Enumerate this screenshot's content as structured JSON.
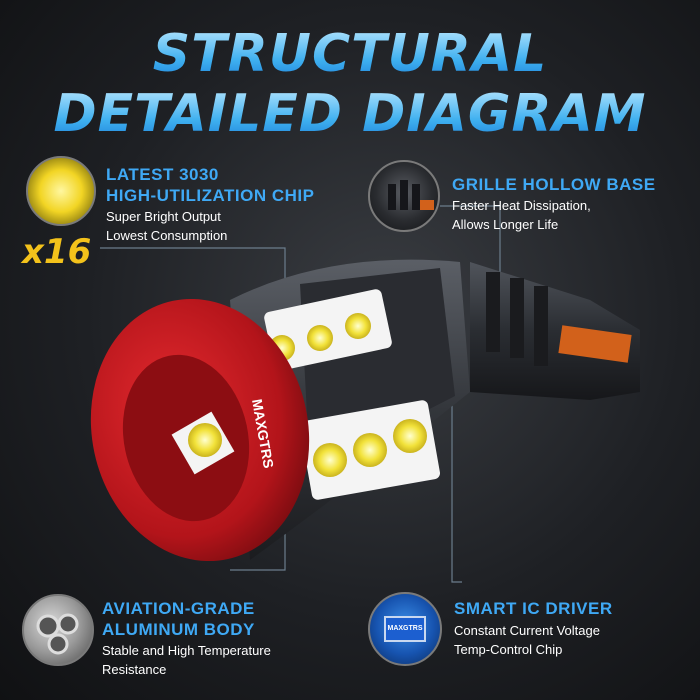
{
  "title": {
    "line1": "STRUCTURAL",
    "line2": "DETAILED DIAGRAM"
  },
  "features": {
    "chip": {
      "title1": "LATEST 3030",
      "title2": "HIGH-UTILIZATION CHIP",
      "desc1": "Super Bright Output",
      "desc2": "Lowest Consumption",
      "count": "x16"
    },
    "base": {
      "title1": "GRILLE HOLLOW BASE",
      "desc1": "Faster Heat Dissipation,",
      "desc2": "Allows Longer Life"
    },
    "body": {
      "title1": "AVIATION-GRADE",
      "title2": "ALUMINUM BODY",
      "desc1": "Stable and High Temperature",
      "desc2": "Resistance"
    },
    "driver": {
      "title1": "SMART IC DRIVER",
      "desc1": "Constant Current Voltage",
      "desc2": "Temp-Control  Chip",
      "chip_label": "MAXGTRS"
    }
  },
  "product": {
    "brand": "MAXGTRS"
  },
  "colors": {
    "accent": "#3fa9f5",
    "highlight": "#f3c21b",
    "body_red": "#c8161d"
  }
}
